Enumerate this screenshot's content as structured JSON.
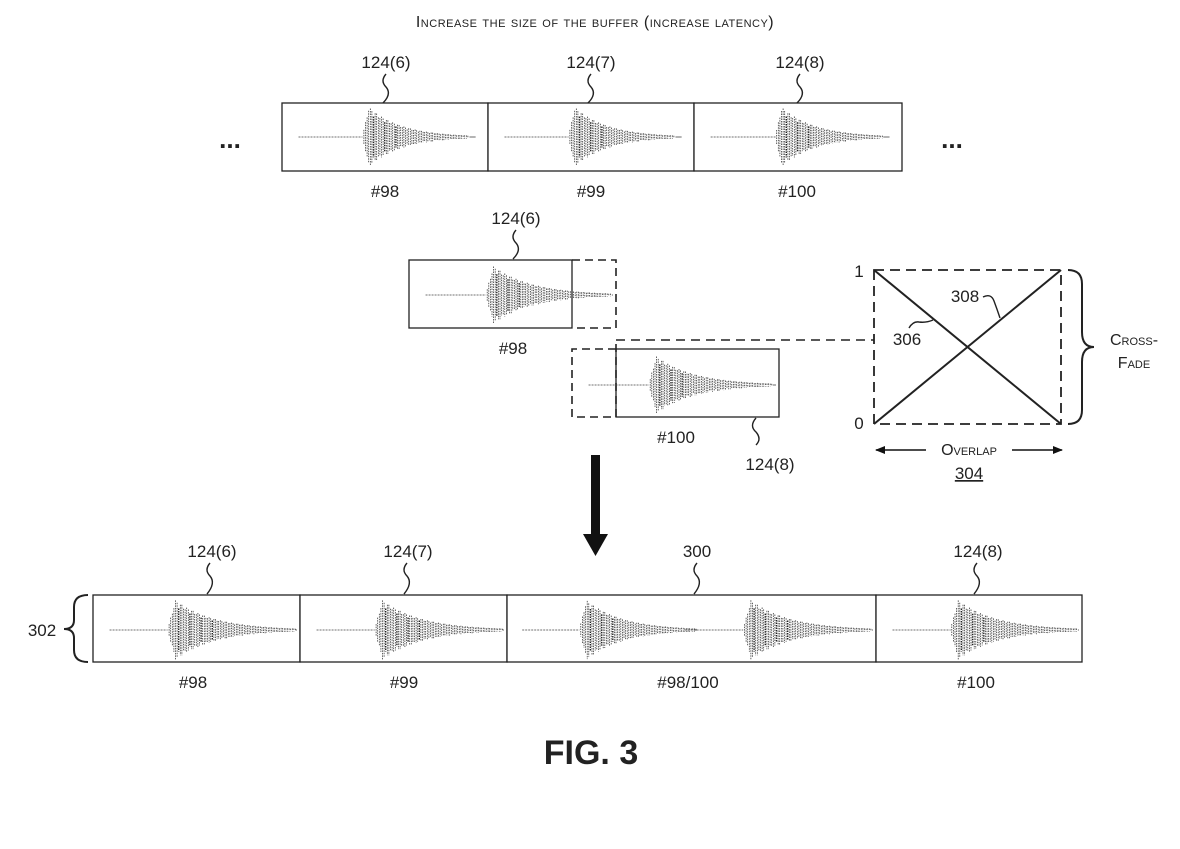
{
  "title": "Increase the size of the buffer (increase latency)",
  "ellipsis": "...",
  "top_row": {
    "frames": [
      {
        "ref": "124(6)",
        "label": "#98"
      },
      {
        "ref": "124(7)",
        "label": "#99"
      },
      {
        "ref": "124(8)",
        "label": "#100"
      }
    ]
  },
  "middle": {
    "frame_a": {
      "ref": "124(6)",
      "label": "#98"
    },
    "frame_b": {
      "ref": "124(8)",
      "label": "#100"
    }
  },
  "crossfade": {
    "y_top": "1",
    "y_bottom": "0",
    "line_fade_in": "308",
    "line_fade_out": "306",
    "brace_label": [
      "Cross-",
      "Fade"
    ],
    "overlap_label": "Overlap",
    "overlap_ref": "304"
  },
  "bottom_row": {
    "group_ref": "302",
    "frames": [
      {
        "ref": "124(6)",
        "label": "#98"
      },
      {
        "ref": "124(7)",
        "label": "#99"
      },
      {
        "ref": "300",
        "label": "#98/100"
      },
      {
        "ref": "124(8)",
        "label": "#100"
      }
    ]
  },
  "figure_label": "FIG. 3"
}
